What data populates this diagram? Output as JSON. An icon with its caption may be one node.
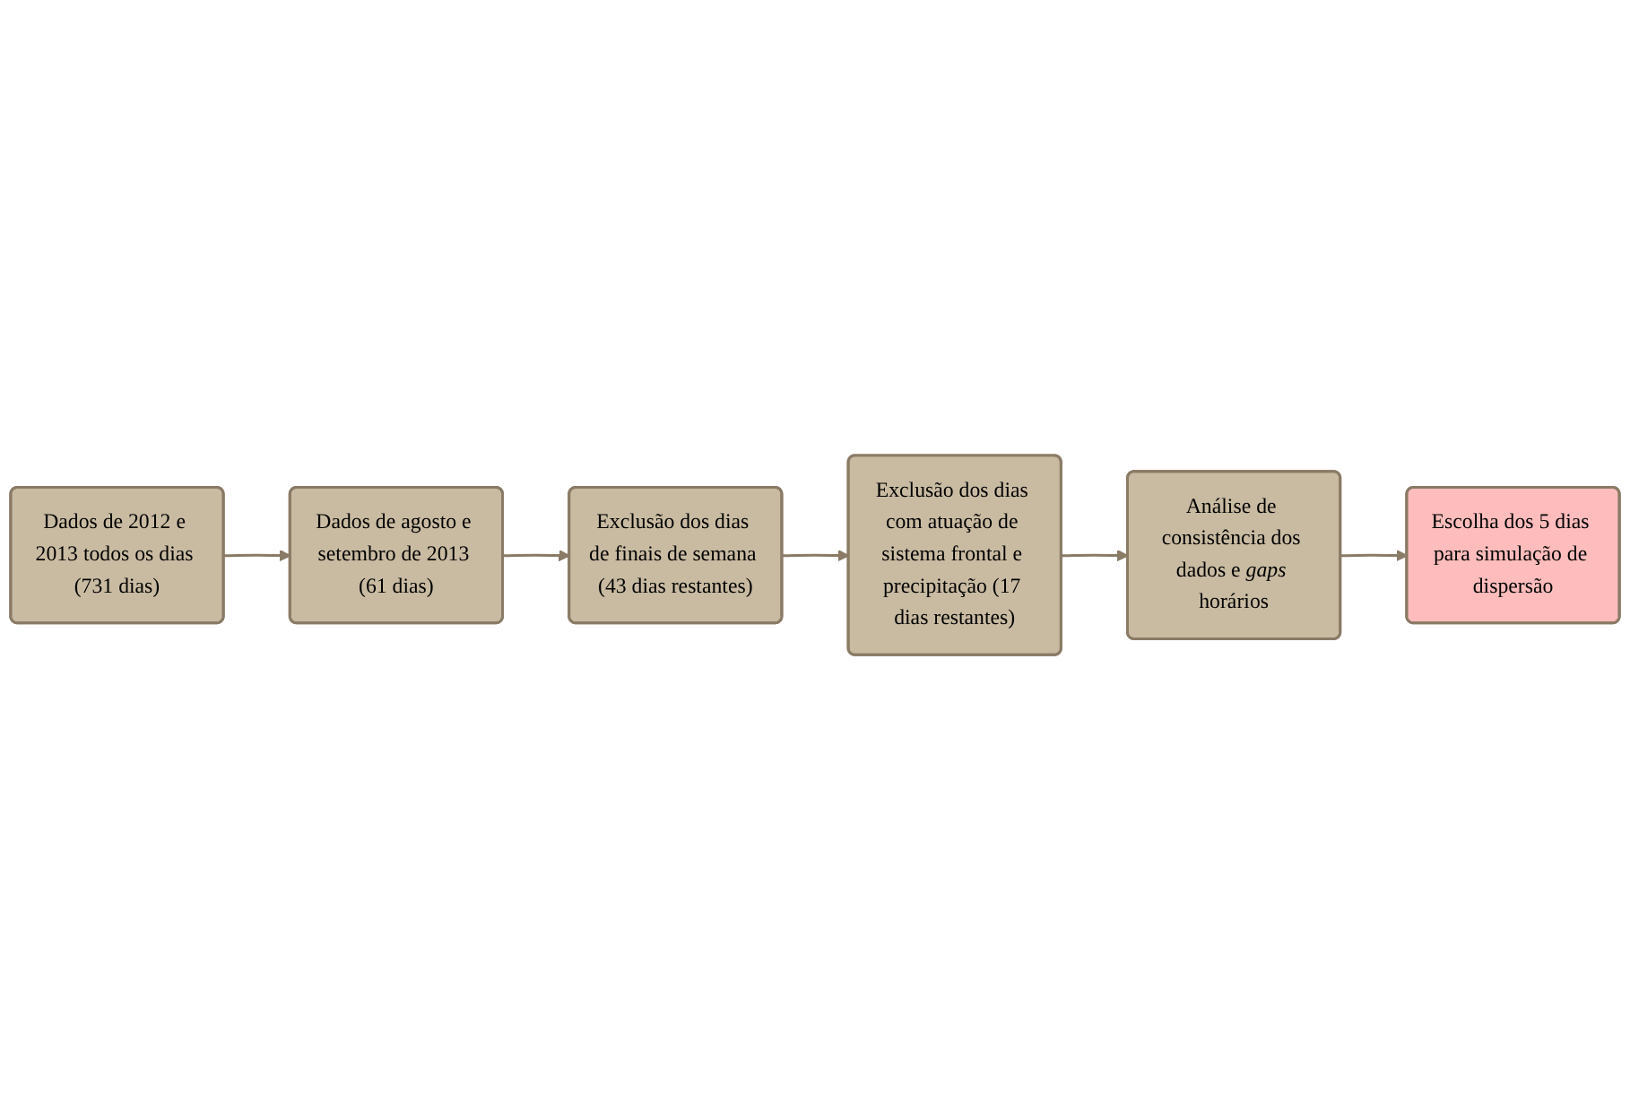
{
  "diagram": {
    "nodes": [
      {
        "text": [
          "Dados de 2012 e 2013 todos os dias (731 dias)"
        ]
      },
      {
        "text": [
          "Dados de agosto e setembro de 2013 (61 dias)"
        ]
      },
      {
        "text": [
          "Exclusão dos dias de finais de semana (43 dias restantes)"
        ]
      },
      {
        "text": [
          "Exclusão dos dias com atuação de sistema frontal e precipitação (17 dias restantes)"
        ]
      },
      {
        "text": [
          "Análise de consistência dos dados e *gaps* horários"
        ]
      },
      {
        "text": [
          "Escolha dos 5 dias para simulação de dispersão"
        ]
      }
    ],
    "edges": [
      {
        "from": 0,
        "to": 1,
        "arrow": "to"
      },
      {
        "from": 1,
        "to": 2,
        "arrow": "to"
      },
      {
        "from": 2,
        "to": 3,
        "arrow": "to"
      },
      {
        "from": 3,
        "to": 4,
        "arrow": "to"
      },
      {
        "from": 4,
        "to": 5,
        "arrow": "to"
      }
    ]
  }
}
